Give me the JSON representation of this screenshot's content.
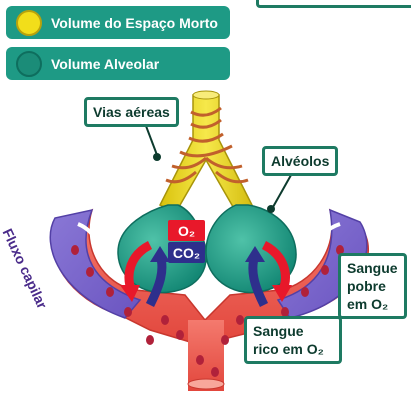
{
  "legend": {
    "dead_space": {
      "label": "Volume do Espaço Morto",
      "color": "#f2de1a"
    },
    "alveolar": {
      "label": "Volume Alveolar",
      "color": "#1e9a85"
    }
  },
  "labels": {
    "airways": "Vias aéreas",
    "alveoli": "Alvéolos",
    "capillary_flow": "Fluxo capilar",
    "poor_blood": [
      "Sangue",
      "pobre",
      "em O₂"
    ],
    "rich_blood": [
      "Sangue",
      "rico em O₂"
    ],
    "o2": "O₂",
    "co2": "CO₂"
  },
  "colors": {
    "o2_box": "#e8182a",
    "co2_box": "#2e2f8c",
    "callout_border": "#1e7a62"
  }
}
